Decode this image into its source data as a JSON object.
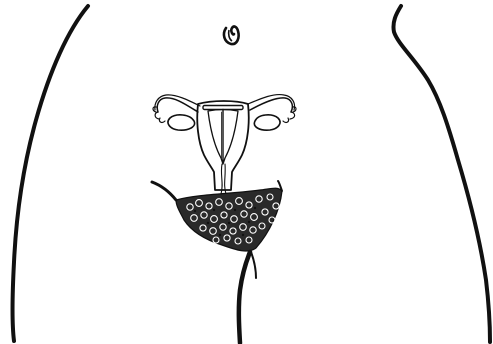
{
  "figure": {
    "colors": {
      "ink": "#111111",
      "background": "#ffffff"
    },
    "parts": [
      "left-hip-outline",
      "right-hip-outline",
      "navel",
      "uterus-with-iud",
      "pubic-hair",
      "left-thigh-line",
      "right-thigh-line"
    ]
  }
}
